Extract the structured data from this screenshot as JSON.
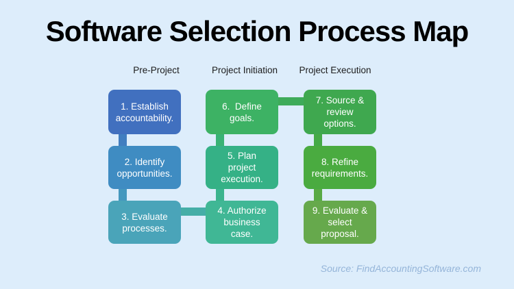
{
  "title": "Software Selection Process Map",
  "source_note": "Source: FindAccountingSoftware.com",
  "colors": {
    "background": "#ddedfb",
    "title_text": "#000000",
    "header_text": "#1c1c1c",
    "source_text": "#95b5d9",
    "box_text": "#ffffff"
  },
  "columns": [
    {
      "label": "Pre-Project"
    },
    {
      "label": "Project Initiation"
    },
    {
      "label": "Project Execution"
    }
  ],
  "boxes": [
    {
      "step": 1,
      "label": "1. Establish\naccountability.",
      "color": "#4170bf"
    },
    {
      "step": 2,
      "label": "2. Identify\nopportunities.",
      "color": "#3f8cc2"
    },
    {
      "step": 3,
      "label": "3. Evaluate\nprocesses.",
      "color": "#4aa4b9"
    },
    {
      "step": 4,
      "label": "4. Authorize\nbusiness\ncase.",
      "color": "#40b795"
    },
    {
      "step": 5,
      "label": "5. Plan\nproject\nexecution.",
      "color": "#35b186"
    },
    {
      "step": 6,
      "label": "6.  Define\ngoals.",
      "color": "#3db264"
    },
    {
      "step": 7,
      "label": "7. Source &\nreview\noptions.",
      "color": "#3fa84f"
    },
    {
      "step": 8,
      "label": "8. Refine\nrequirements.",
      "color": "#4aab40"
    },
    {
      "step": 9,
      "label": "9. Evaluate &\nselect\nproposal.",
      "color": "#66a94c"
    }
  ],
  "connectors": [
    {
      "from": 1,
      "to": 2,
      "color": "#417ec0"
    },
    {
      "from": 2,
      "to": 3,
      "color": "#4598be"
    },
    {
      "from": 3,
      "to": 4,
      "color": "#45aea7"
    },
    {
      "from": 4,
      "to": 5,
      "color": "#3bb48e"
    },
    {
      "from": 5,
      "to": 6,
      "color": "#39b275"
    },
    {
      "from": 6,
      "to": 7,
      "color": "#3eab5a"
    },
    {
      "from": 7,
      "to": 8,
      "color": "#45aa47"
    },
    {
      "from": 8,
      "to": 9,
      "color": "#58aa46"
    }
  ]
}
